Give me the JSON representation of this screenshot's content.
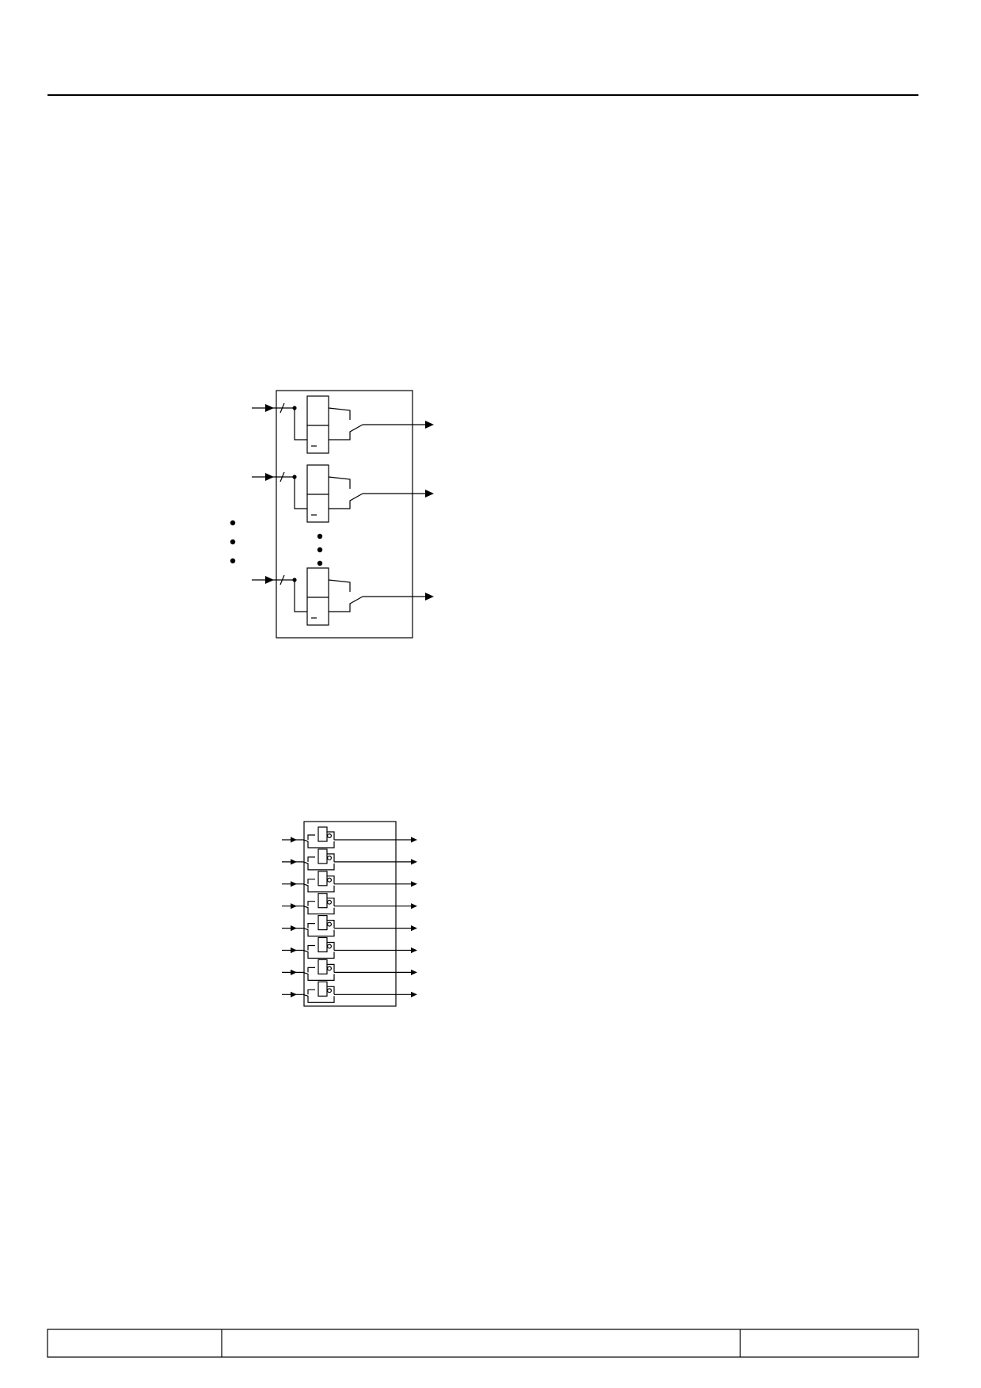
{
  "page": {
    "background": "#ffffff",
    "rule_color": "#000000"
  },
  "figure_top": {
    "channels_drawn": 3,
    "ellipsis": "vertical-dots"
  },
  "figure_bottom": {
    "channels_drawn": 8
  },
  "footer": {
    "cells": [
      "",
      "",
      ""
    ]
  }
}
